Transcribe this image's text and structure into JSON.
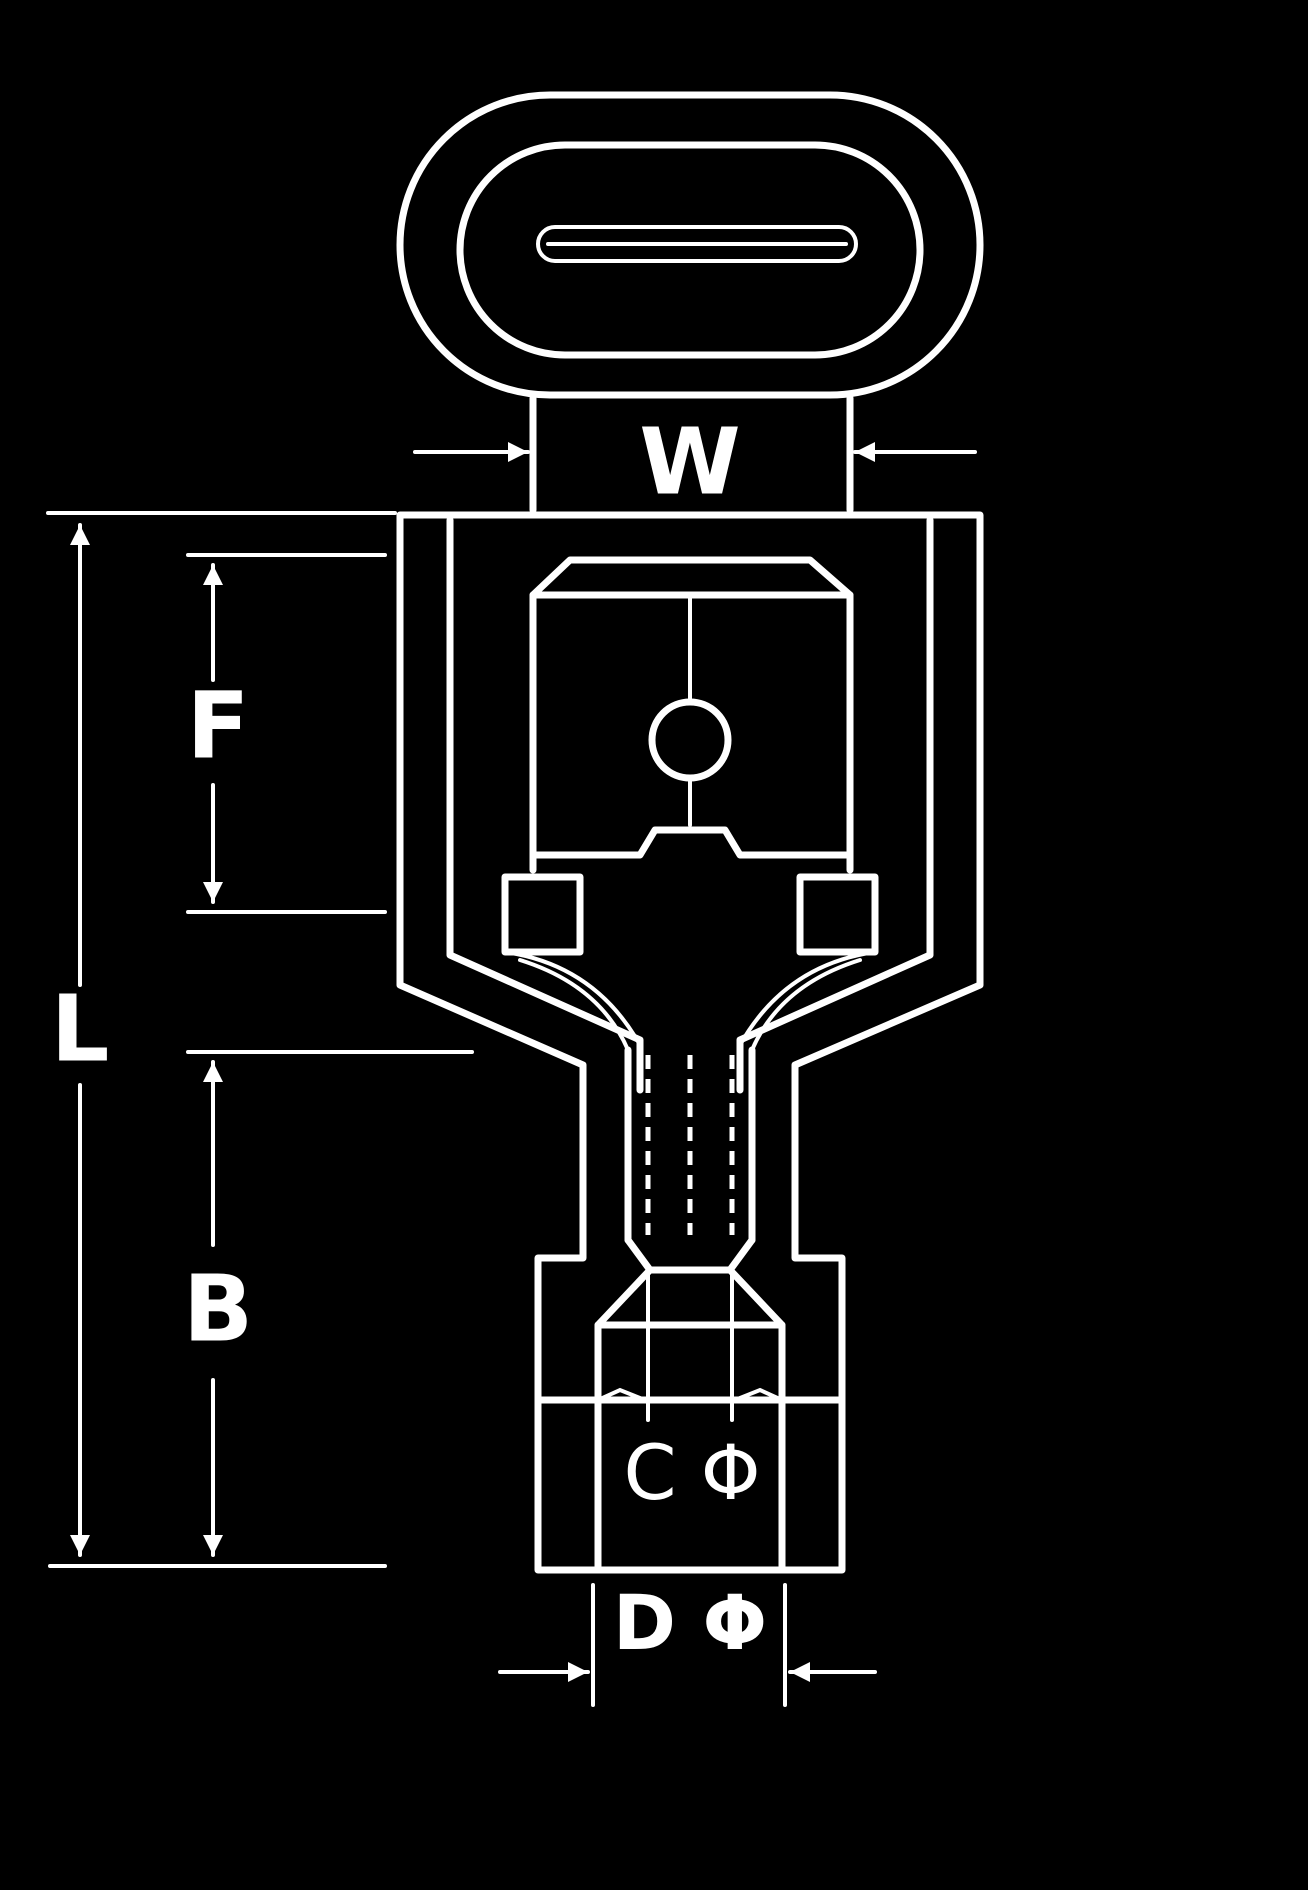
{
  "colors": {
    "background": "#000000",
    "line": "#ffffff"
  },
  "labels": {
    "width": "W",
    "length": "L",
    "f": "F",
    "b": "B",
    "c": "C Φ",
    "d": "D Φ"
  }
}
